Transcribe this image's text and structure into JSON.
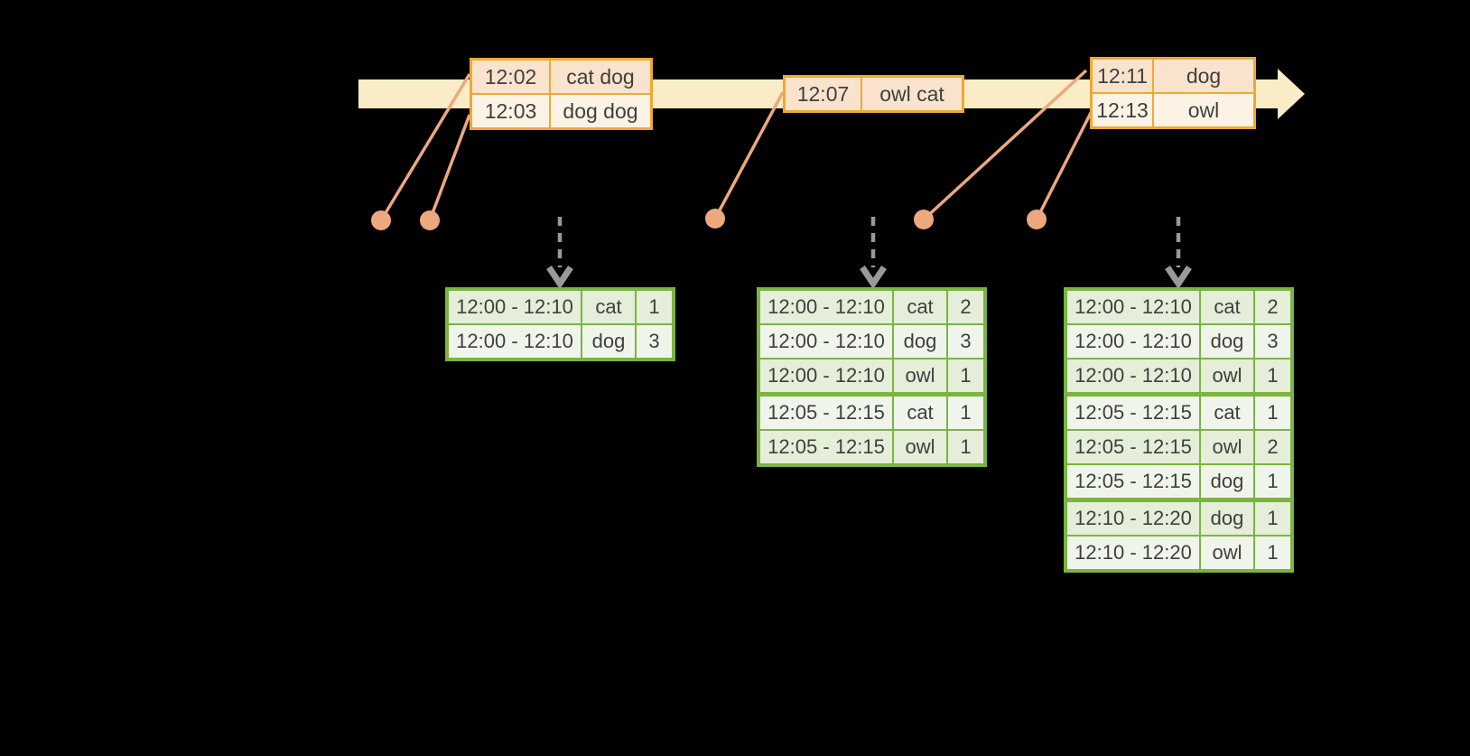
{
  "colors": {
    "background": "#000000",
    "timeline_bar": "#FAEDC6",
    "event_border": "#F0A830",
    "event_row_peach": "#FAE3CC",
    "event_row_cream": "#FDF3E5",
    "connector": "#EDA87E",
    "result_border": "#7CB342",
    "result_row_dark": "#E4EED8",
    "result_row_light": "#F0F5EB",
    "arrow_gray": "#999999",
    "text": "#3F3F3F"
  },
  "timeline": {
    "event_groups": [
      {
        "rows": [
          {
            "time": "12:02",
            "words": "cat dog"
          },
          {
            "time": "12:03",
            "words": "dog dog"
          }
        ]
      },
      {
        "rows": [
          {
            "time": "12:07",
            "words": "owl cat"
          }
        ]
      },
      {
        "rows": [
          {
            "time": "12:11",
            "words": "dog"
          },
          {
            "time": "12:13",
            "words": "owl"
          }
        ]
      }
    ]
  },
  "result_tables": [
    {
      "rows": [
        {
          "window": "12:00 - 12:10",
          "word": "cat",
          "count": "1"
        },
        {
          "window": "12:00 - 12:10",
          "word": "dog",
          "count": "3"
        }
      ]
    },
    {
      "rows": [
        {
          "window": "12:00 - 12:10",
          "word": "cat",
          "count": "2"
        },
        {
          "window": "12:00 - 12:10",
          "word": "dog",
          "count": "3"
        },
        {
          "window": "12:00 - 12:10",
          "word": "owl",
          "count": "1"
        },
        {
          "window": "12:05 - 12:15",
          "word": "cat",
          "count": "1"
        },
        {
          "window": "12:05 - 12:15",
          "word": "owl",
          "count": "1"
        }
      ]
    },
    {
      "rows": [
        {
          "window": "12:00 - 12:10",
          "word": "cat",
          "count": "2"
        },
        {
          "window": "12:00 - 12:10",
          "word": "dog",
          "count": "3"
        },
        {
          "window": "12:00 - 12:10",
          "word": "owl",
          "count": "1"
        },
        {
          "window": "12:05 - 12:15",
          "word": "cat",
          "count": "1"
        },
        {
          "window": "12:05 - 12:15",
          "word": "owl",
          "count": "2"
        },
        {
          "window": "12:05 - 12:15",
          "word": "dog",
          "count": "1"
        },
        {
          "window": "12:10 - 12:20",
          "word": "dog",
          "count": "1"
        },
        {
          "window": "12:10 - 12:20",
          "word": "owl",
          "count": "1"
        }
      ]
    }
  ]
}
